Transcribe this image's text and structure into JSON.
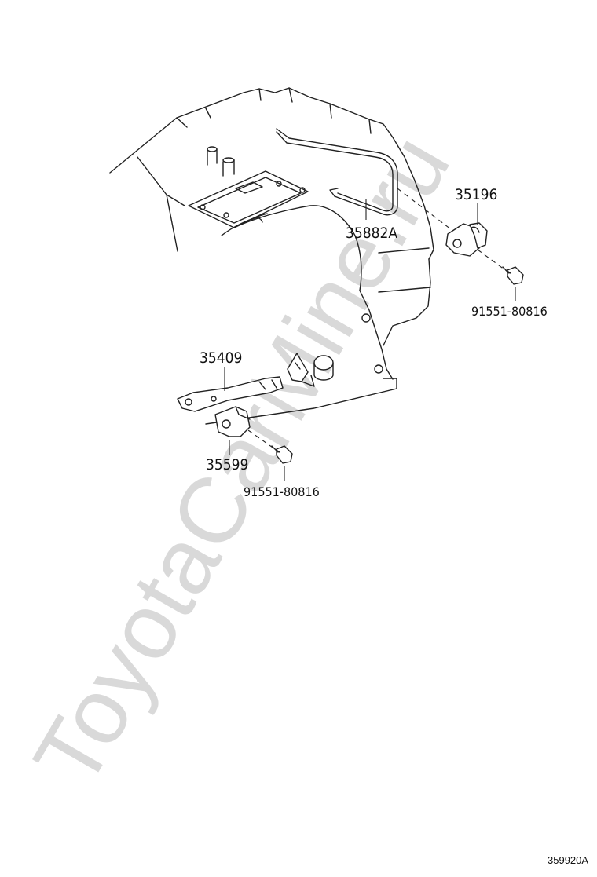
{
  "watermark": "ToyotaCarMine.ru",
  "diagram_code": "359920A",
  "callouts": {
    "pipe": "35882A",
    "clamp": "35196",
    "bolt_upper": "91551-80816",
    "lever": "35409",
    "bracket": "35599",
    "bolt_lower": "91551-80816"
  }
}
